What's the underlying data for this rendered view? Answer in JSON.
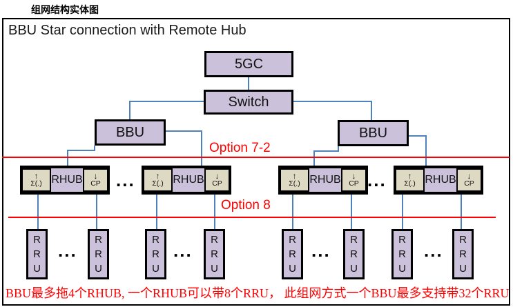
{
  "page_label": "组网结构实体图",
  "diagram": {
    "title": "BBU Star connection with Remote Hub",
    "core_label": "5GC",
    "switch_label": "Switch",
    "bbu_left_label": "BBU",
    "bbu_right_label": "BBU",
    "option_7_2_label": "Option 7-2",
    "option_8_label": "Option 8",
    "ellipsis": "...",
    "rhub_unit": {
      "uplink_arrow": "↑",
      "uplink_label": "Σ(.)",
      "hub_label": "RHUB",
      "downlink_arrow": "↓",
      "downlink_label": "CP"
    },
    "rru_letters": [
      "R",
      "R",
      "U"
    ],
    "footnote": "BBU最多拖4个RHUB, 一个RHUB可以带8个RRU， 此组网方式一个BBU最多支持带32个RRU",
    "colors": {
      "node_fill": "#ccc1da",
      "port_fill": "#ddd9c3",
      "connector_blue": "#4f81bd",
      "highlight_red": "#ff0000"
    }
  }
}
